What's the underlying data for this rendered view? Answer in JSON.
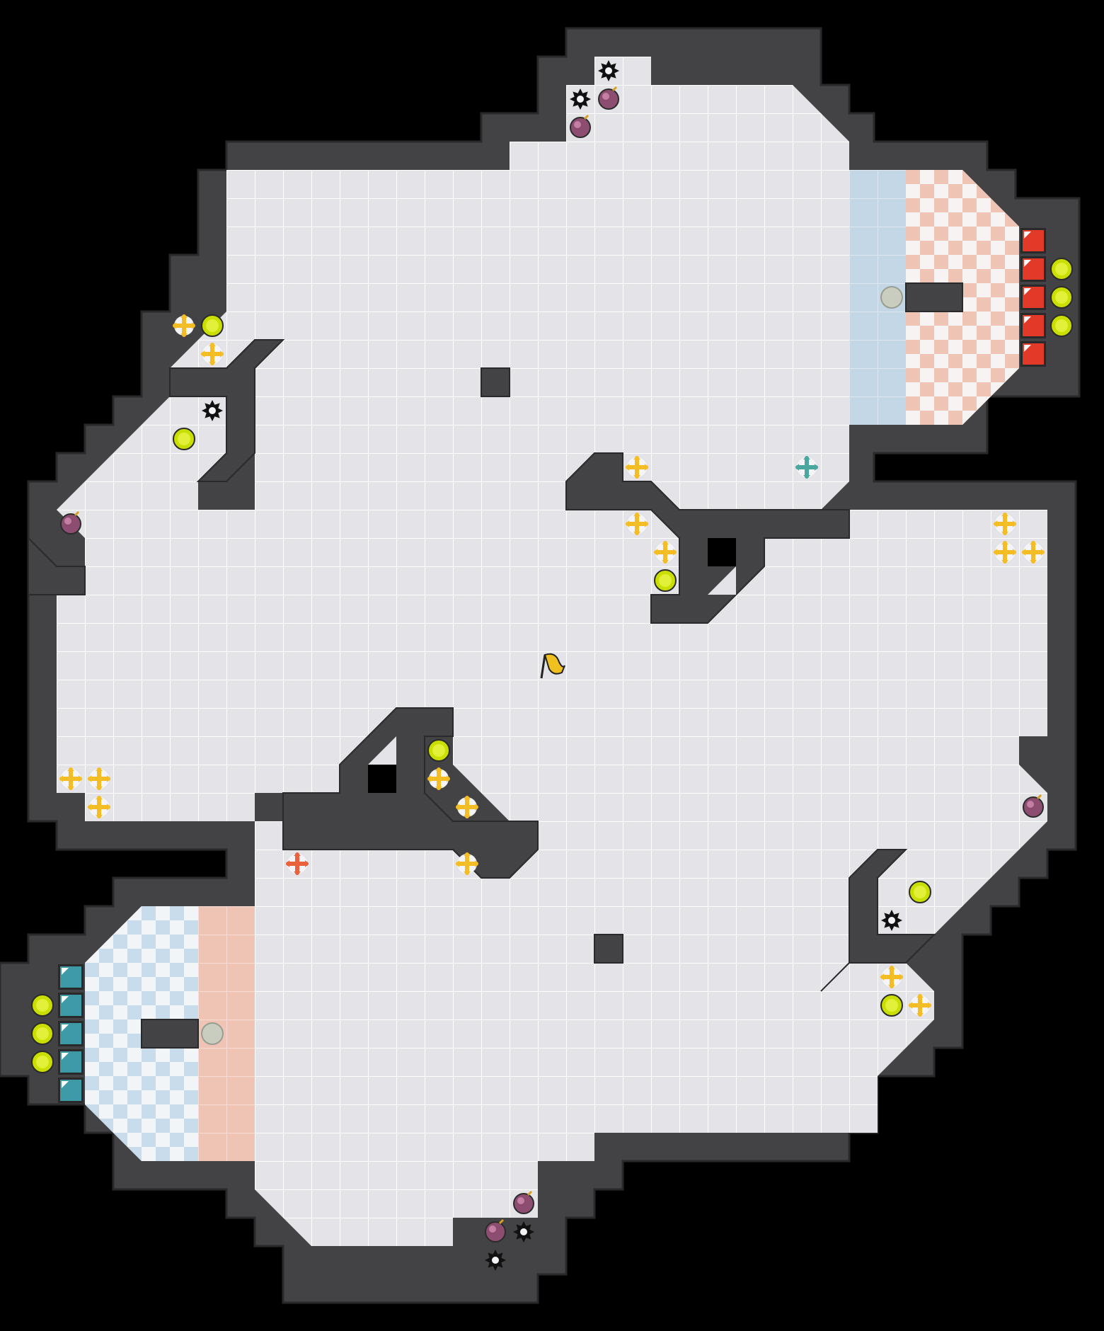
{
  "map": {
    "name": "",
    "colors": {
      "background": "#000000",
      "wall": "#434345",
      "wall_edge": "#2a2a2c",
      "floor": "#e4e4e8",
      "grid": "#ffffff",
      "team_red_base": "#e23a28",
      "team_blue_base": "#3d9aa6",
      "red_zone": "#f0c4b4",
      "blue_zone": "#c3d7e7"
    }
  },
  "legend": {
    "cap_flag": "yellow-flag-icon",
    "boost": "yellow-plus-icon",
    "team_boost_red": "red-plus-icon",
    "team_boost_blue": "teal-plus-icon",
    "powerup": "green-powerup-icon",
    "bomb": "purple-bomb-icon",
    "spike": "black-spike-icon",
    "red_flag": "red-flag-tile",
    "blue_flag": "blue-flag-tile",
    "portal": "grey-portal-icon"
  },
  "counts": {
    "red_flags": 5,
    "blue_flags": 5,
    "center_flags": 1
  }
}
